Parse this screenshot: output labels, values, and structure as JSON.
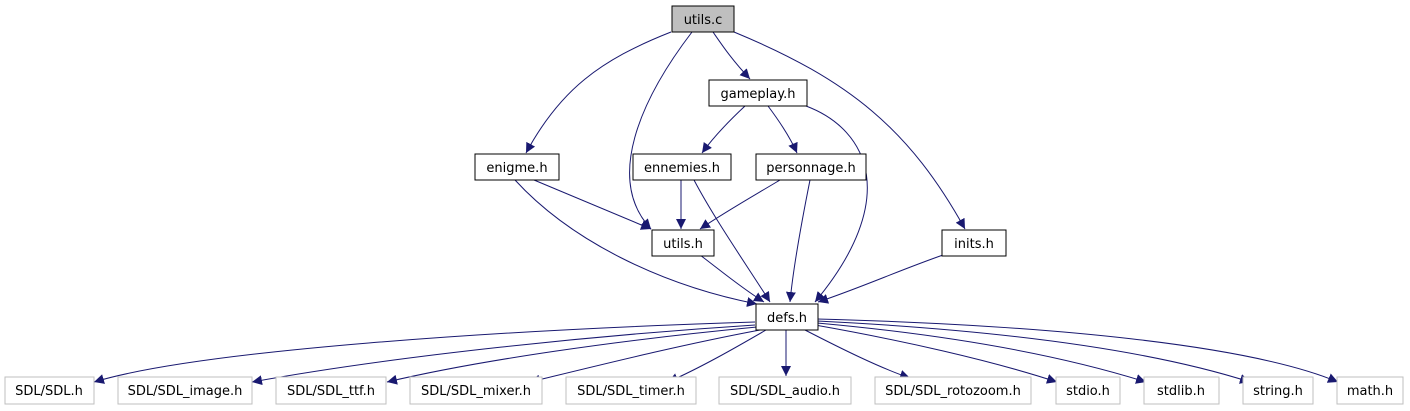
{
  "colors": {
    "edge": "#191970",
    "root_fill": "#bfbfbf",
    "external_border": "#bfbfbf",
    "node_border": "#000000"
  },
  "nodes": {
    "utils_c": "utils.c",
    "gameplay_h": "gameplay.h",
    "enigme_h": "enigme.h",
    "ennemies_h": "ennemies.h",
    "personnage_h": "personnage.h",
    "utils_h": "utils.h",
    "inits_h": "inits.h",
    "defs_h": "defs.h",
    "sdl_h": "SDL/SDL.h",
    "sdl_image_h": "SDL/SDL_image.h",
    "sdl_ttf_h": "SDL/SDL_ttf.h",
    "sdl_mixer_h": "SDL/SDL_mixer.h",
    "sdl_timer_h": "SDL/SDL_timer.h",
    "sdl_audio_h": "SDL/SDL_audio.h",
    "sdl_rotozoom_h": "SDL/SDL_rotozoom.h",
    "stdio_h": "stdio.h",
    "stdlib_h": "stdlib.h",
    "string_h": "string.h",
    "math_h": "math.h"
  },
  "edges": [
    [
      "utils_c",
      "gameplay_h"
    ],
    [
      "utils_c",
      "enigme_h"
    ],
    [
      "utils_c",
      "utils_h"
    ],
    [
      "utils_c",
      "inits_h"
    ],
    [
      "gameplay_h",
      "ennemies_h"
    ],
    [
      "gameplay_h",
      "personnage_h"
    ],
    [
      "gameplay_h",
      "defs_h"
    ],
    [
      "enigme_h",
      "utils_h"
    ],
    [
      "enigme_h",
      "defs_h"
    ],
    [
      "ennemies_h",
      "utils_h"
    ],
    [
      "ennemies_h",
      "defs_h"
    ],
    [
      "personnage_h",
      "utils_h"
    ],
    [
      "personnage_h",
      "defs_h"
    ],
    [
      "utils_h",
      "defs_h"
    ],
    [
      "inits_h",
      "defs_h"
    ],
    [
      "defs_h",
      "sdl_h"
    ],
    [
      "defs_h",
      "sdl_image_h"
    ],
    [
      "defs_h",
      "sdl_ttf_h"
    ],
    [
      "defs_h",
      "sdl_mixer_h"
    ],
    [
      "defs_h",
      "sdl_timer_h"
    ],
    [
      "defs_h",
      "sdl_audio_h"
    ],
    [
      "defs_h",
      "sdl_rotozoom_h"
    ],
    [
      "defs_h",
      "stdio_h"
    ],
    [
      "defs_h",
      "stdlib_h"
    ],
    [
      "defs_h",
      "string_h"
    ],
    [
      "defs_h",
      "math_h"
    ]
  ]
}
